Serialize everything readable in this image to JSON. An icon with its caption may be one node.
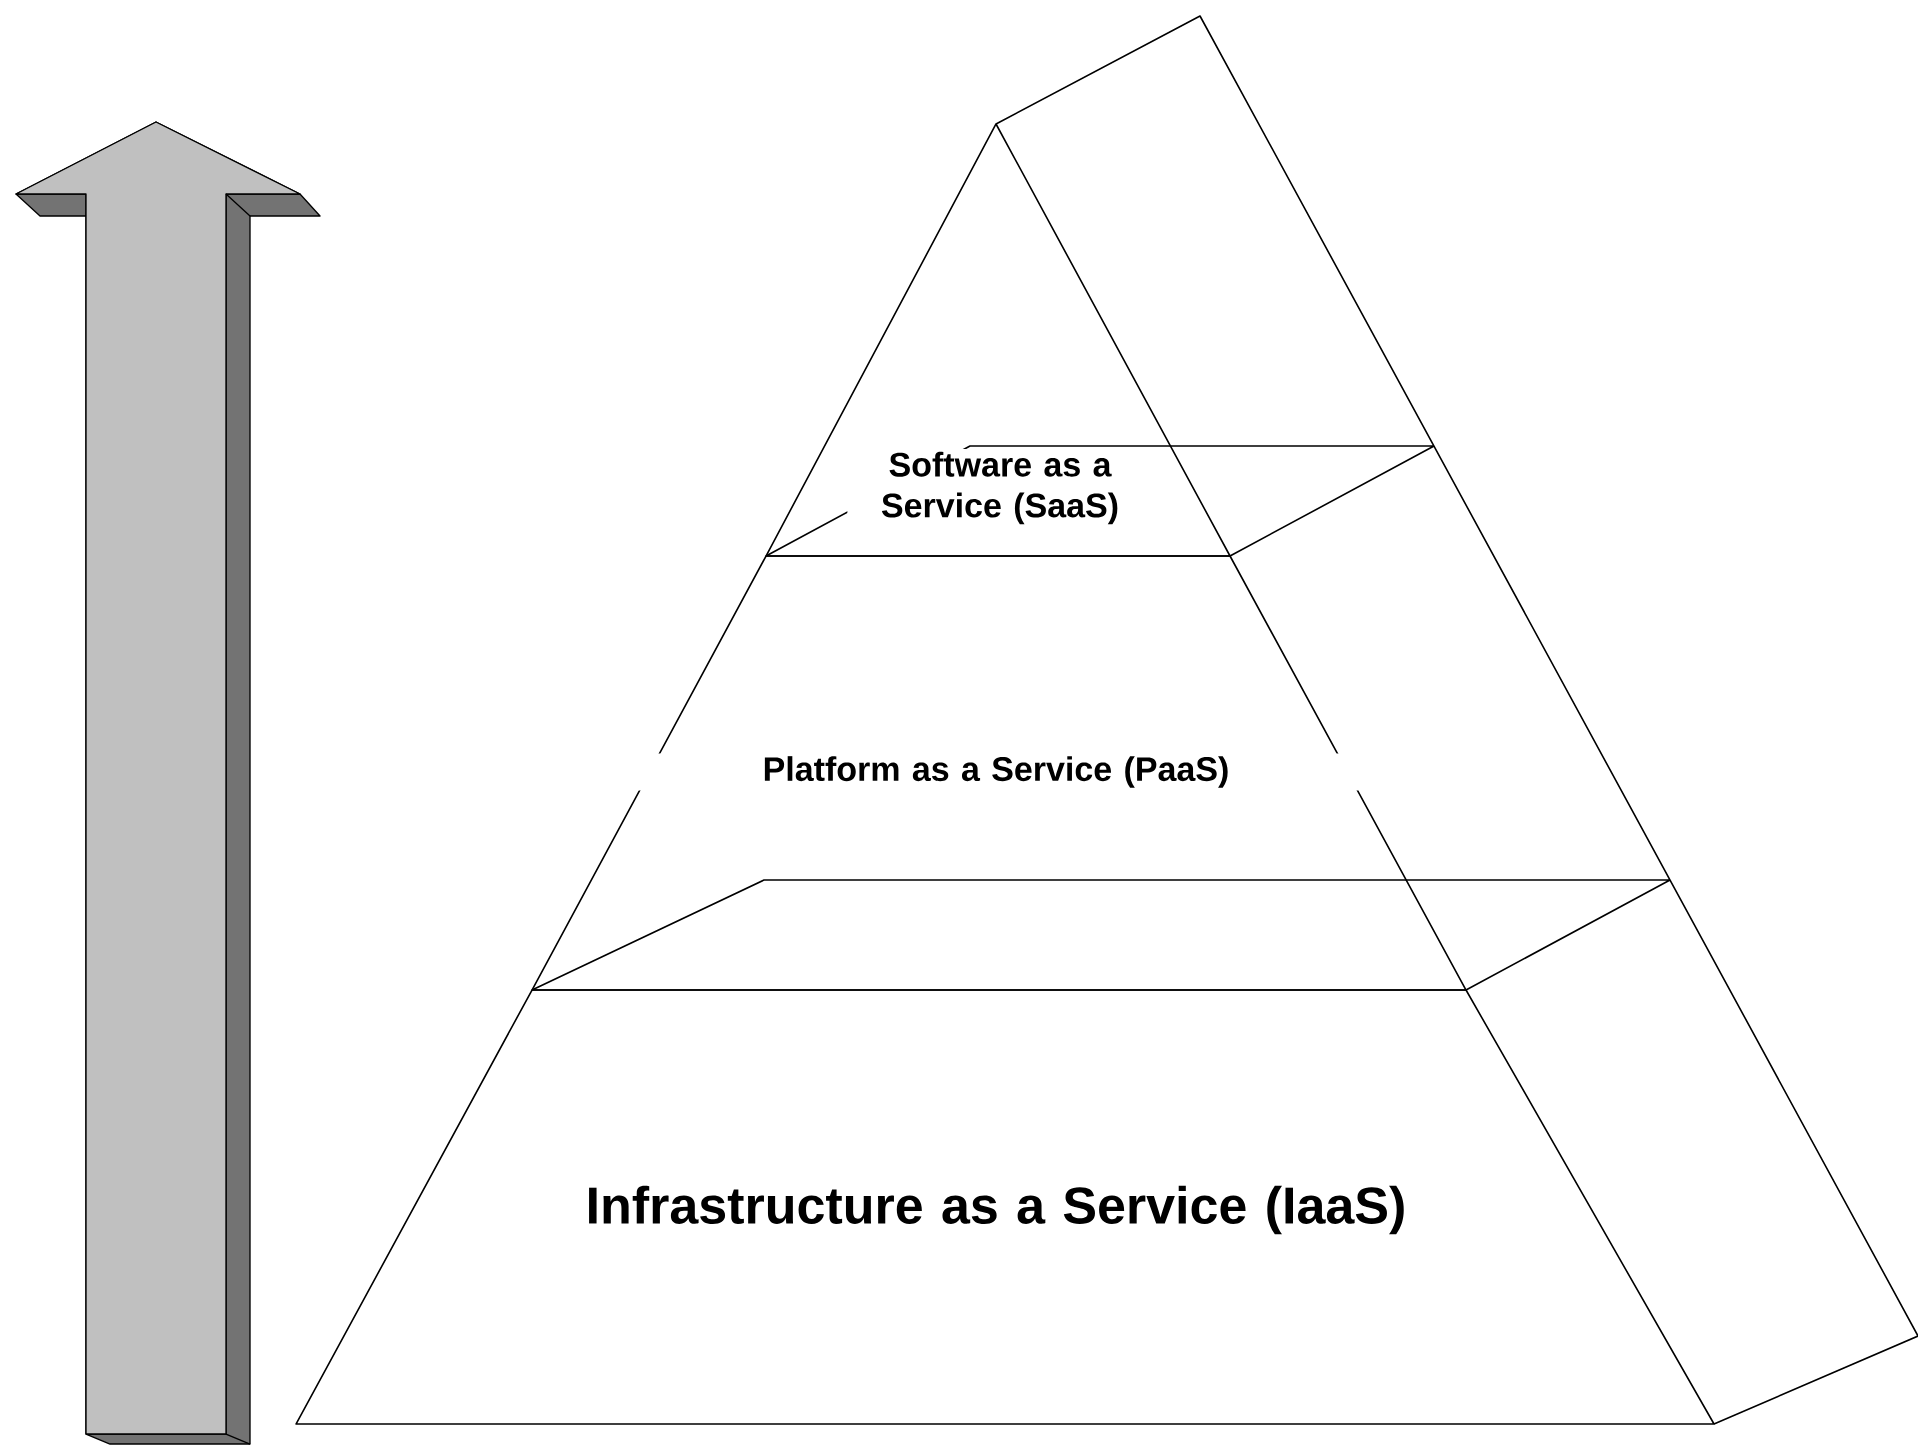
{
  "diagram": {
    "nodes": [
      {
        "text": [
          "Software as a Service (SaaS)"
        ]
      },
      {
        "text": [
          "Platform as a Service (PaaS)"
        ]
      },
      {
        "text": [
          "Infrastructure as a Service (IaaS)"
        ]
      }
    ],
    "edges": []
  }
}
